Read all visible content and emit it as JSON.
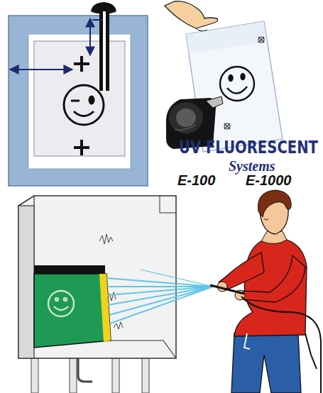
{
  "diagram": {
    "labels": [
      "UV FLUORESCENT",
      "Systems",
      "E-100",
      "E-1000"
    ]
  }
}
